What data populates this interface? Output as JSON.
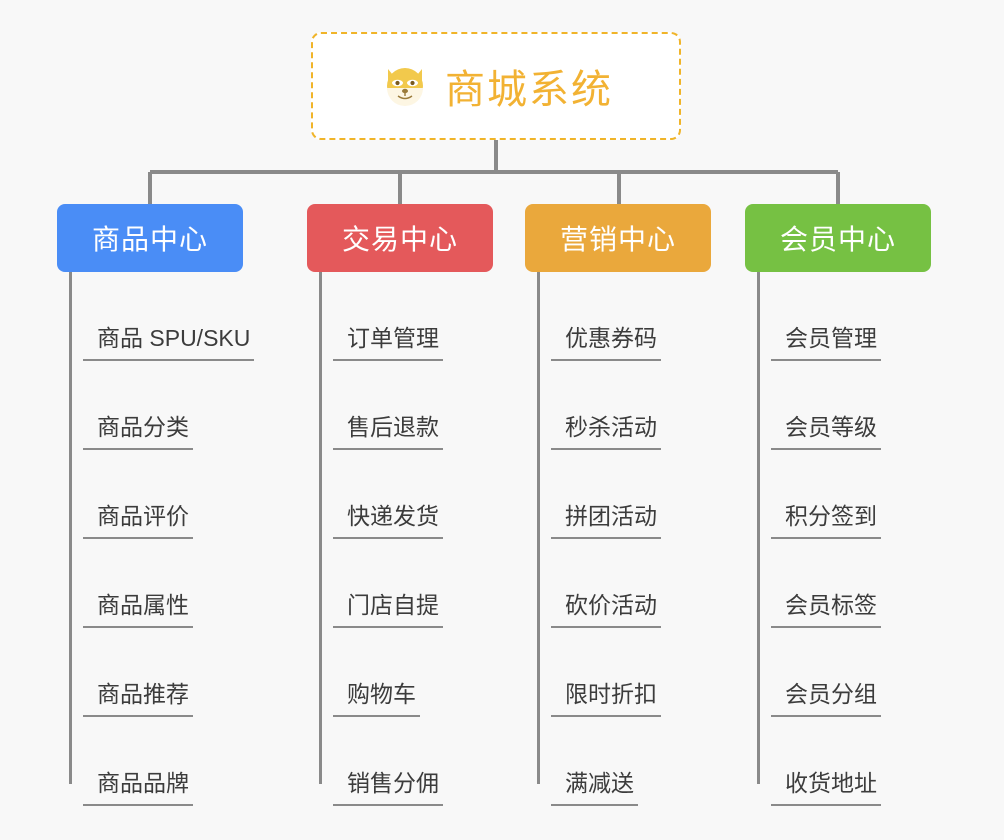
{
  "root": {
    "icon": "shiba-dog-face-icon",
    "emoji": "🐕",
    "title": "商城系统",
    "border_color": "#f0b429",
    "title_color": "#f2b233"
  },
  "canvas": {
    "background": "#f8f8f8",
    "connector_color": "#8a8a8a"
  },
  "branches": [
    {
      "label": "商品中心",
      "color": "#4a8df6",
      "items": [
        "商品 SPU/SKU",
        "商品分类",
        "商品评价",
        "商品属性",
        "商品推荐",
        "商品品牌"
      ]
    },
    {
      "label": "交易中心",
      "color": "#e4595b",
      "items": [
        "订单管理",
        "售后退款",
        "快递发货",
        "门店自提",
        "购物车",
        "销售分佣"
      ]
    },
    {
      "label": "营销中心",
      "color": "#eaa83c",
      "items": [
        "优惠券码",
        "秒杀活动",
        "拼团活动",
        "砍价活动",
        "限时折扣",
        "满减送"
      ]
    },
    {
      "label": "会员中心",
      "color": "#76c143",
      "items": [
        "会员管理",
        "会员等级",
        "积分签到",
        "会员标签",
        "会员分组",
        "收货地址"
      ]
    }
  ]
}
